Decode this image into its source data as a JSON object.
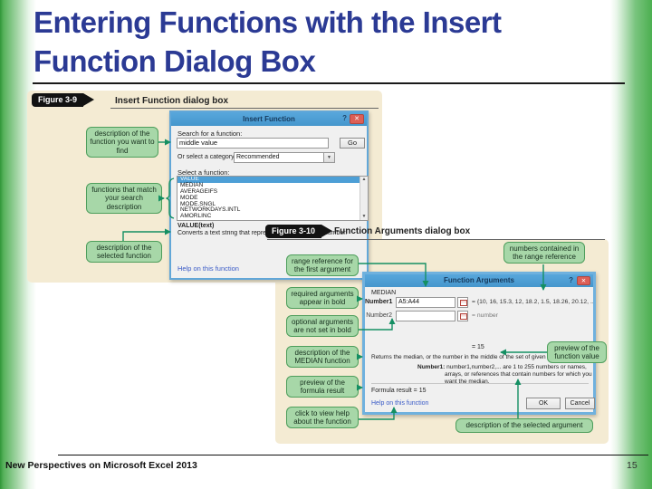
{
  "slide": {
    "title": "Entering Functions with the Insert Function Dialog Box",
    "footer": "New Perspectives on Microsoft Excel 2013",
    "page_number": "15"
  },
  "icons": {
    "close": "✕",
    "help": "?",
    "dropdown": "▼",
    "scroll_up": "▲",
    "scroll_down": "▼"
  },
  "figure39": {
    "label": "Figure 3-9",
    "caption": "Insert Function dialog box",
    "callouts": {
      "search": "description of the function you want to find",
      "results": "functions that match your search description",
      "description": "description of the selected function"
    },
    "dialog": {
      "title": "Insert Function",
      "search_label": "Search for a function:",
      "search_value": "middle value",
      "go_button": "Go",
      "category_label": "Or select a category:",
      "category_value": "Recommended",
      "select_label": "Select a function:",
      "functions": [
        "VALUE",
        "MEDIAN",
        "AVERAGEIFS",
        "MODE",
        "MODE.SNGL",
        "NETWORKDAYS.INTL",
        "AMORLINC"
      ],
      "selected_signature": "VALUE(text)",
      "selected_description": "Converts a text string that represents a number to a number.",
      "help_link": "Help on this function"
    }
  },
  "figure310": {
    "label": "Figure 3-10",
    "caption": "Function Arguments dialog box",
    "callouts": {
      "range_ref": "range reference for the first argument",
      "required": "required arguments appear in bold",
      "optional": "optional arguments are not set in bold",
      "median_desc": "description of the MEDIAN function",
      "formula_preview": "preview of the formula result",
      "help": "click to view help about the function",
      "numbers": "numbers contained in the range reference",
      "value_preview": "preview of the function value",
      "arg_desc": "description of the selected argument"
    },
    "dialog": {
      "title": "Function Arguments",
      "function_name": "MEDIAN",
      "arg1_label": "Number1",
      "arg1_value": "A5:A44",
      "arg1_preview": "= {10, 16, 15.3, 12, 18.2, 1.5, 18.26, 20.12, ...",
      "arg2_label": "Number2",
      "arg2_preview": "= number",
      "result_preview": "= 15",
      "function_description": "Returns the median, or the number in the middle of the set of given numbers.",
      "arg_name": "Number1:",
      "arg_description": "number1,number2,... are 1 to 255 numbers or names, arrays, or references that contain numbers for which you want the median.",
      "formula_result": "Formula result = 15",
      "help_link": "Help on this function",
      "ok_button": "OK",
      "cancel_button": "Cancel"
    }
  }
}
